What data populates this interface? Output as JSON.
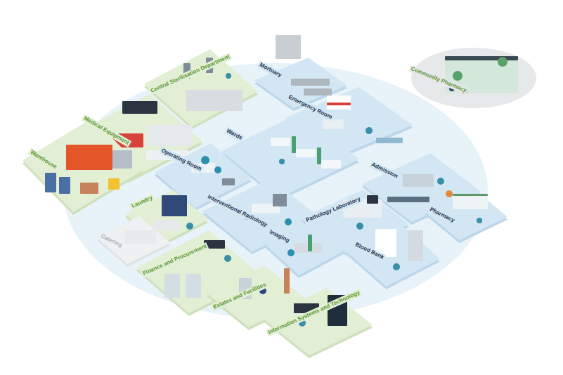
{
  "diagram": {
    "nodes": [
      {
        "text": [
          "Mortuary"
        ]
      },
      {
        "text": [
          "Community Pharmacy"
        ]
      },
      {
        "text": [
          "Central Sterilisation Department"
        ]
      },
      {
        "text": [
          "Emergency Room"
        ]
      },
      {
        "text": [
          "Medical Equipment"
        ]
      },
      {
        "text": [
          "Wards"
        ]
      },
      {
        "text": [
          "Warehouse"
        ]
      },
      {
        "text": [
          "Operating Room"
        ]
      },
      {
        "text": [
          "Admission"
        ]
      },
      {
        "text": [
          "Interventional Radiology"
        ]
      },
      {
        "text": [
          "Laundry"
        ]
      },
      {
        "text": [
          "Pharmacy"
        ]
      },
      {
        "text": [
          "Pathology Laboratory"
        ]
      },
      {
        "text": [
          "Catering"
        ]
      },
      {
        "text": [
          "Imaging"
        ]
      },
      {
        "text": [
          "Finance and Procurement"
        ]
      },
      {
        "text": [
          "Blood Bank"
        ]
      },
      {
        "text": [
          "Estates and Facilities"
        ]
      },
      {
        "text": [
          "Information Systems and Technology"
        ]
      }
    ]
  }
}
